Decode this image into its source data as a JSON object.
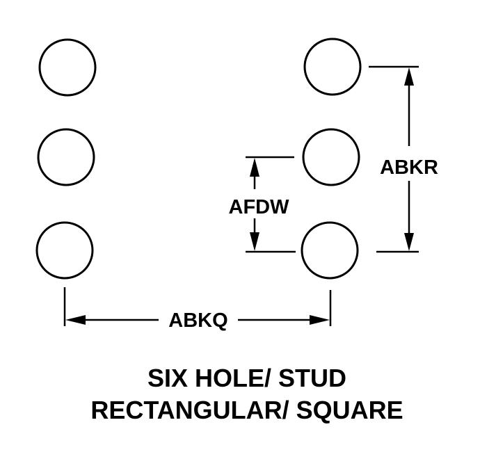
{
  "diagram": {
    "holes": [
      {
        "id": "left-top"
      },
      {
        "id": "left-middle"
      },
      {
        "id": "left-bottom"
      },
      {
        "id": "right-top"
      },
      {
        "id": "right-middle"
      },
      {
        "id": "right-bottom"
      }
    ],
    "dimensions": {
      "abkq": "ABKQ",
      "abkr": "ABKR",
      "afdw": "AFDW"
    },
    "caption": {
      "line1": "SIX HOLE/ STUD",
      "line2": "RECTANGULAR/ SQUARE"
    },
    "colors": {
      "ink": "#000000",
      "background": "#ffffff"
    }
  }
}
